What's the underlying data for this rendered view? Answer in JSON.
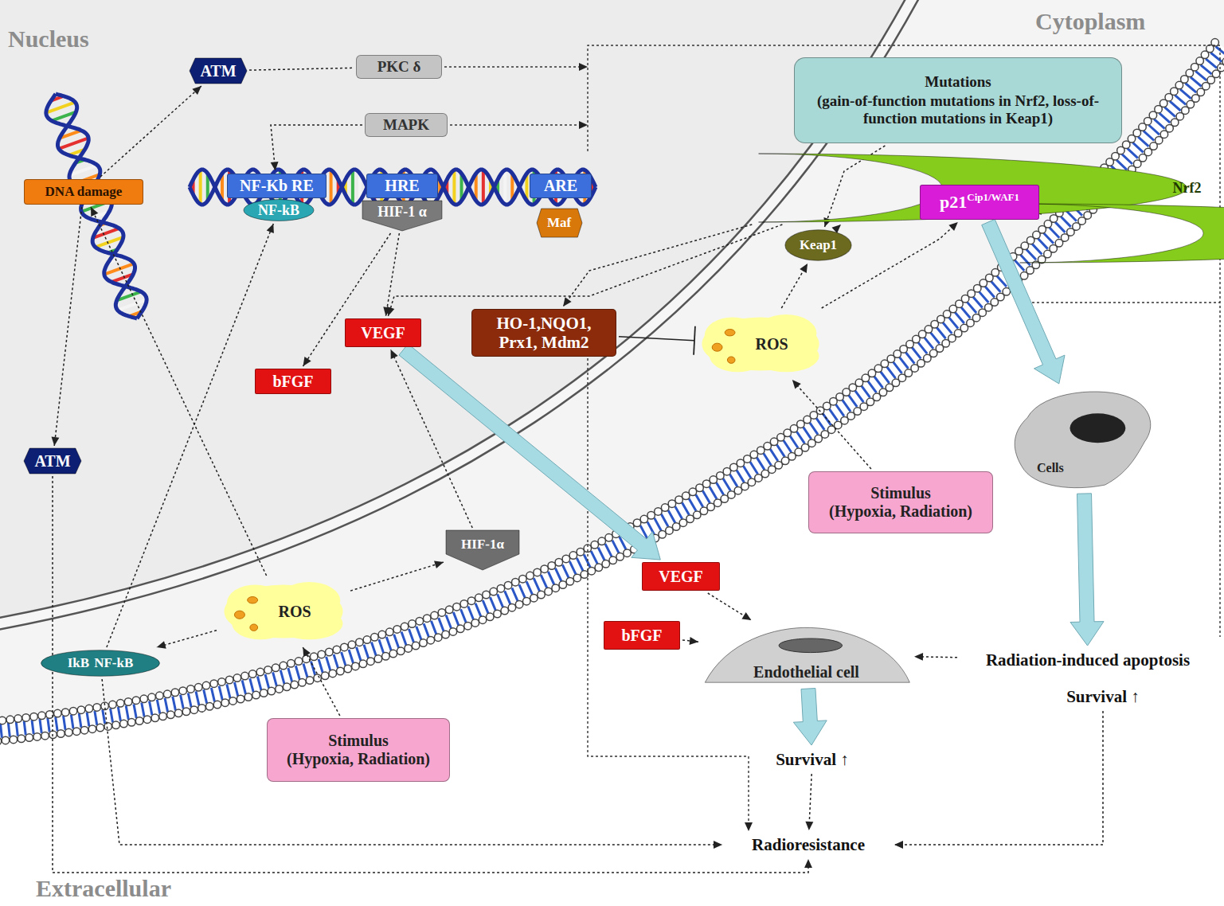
{
  "diagram": {
    "nodes": [
      {
        "text": [
          "ATM"
        ]
      },
      {
        "text": [
          "PKC δ"
        ]
      },
      {
        "text": [
          "MAPK"
        ]
      },
      {
        "text": [
          "DNA damage"
        ]
      },
      {
        "text": [
          "NF-Kb RE"
        ]
      },
      {
        "text": [
          "NF-kB"
        ]
      },
      {
        "text": [
          "HRE"
        ]
      },
      {
        "text": [
          "HIF-1 α"
        ]
      },
      {
        "text": [
          "ARE"
        ]
      },
      {
        "text": [
          "Maf"
        ]
      },
      {
        "text": [
          "Nrf2"
        ]
      },
      {
        "text": [
          "Mutations",
          "(gain-of-function mutations in Nrf2, loss-of-function mutations in Keap1)"
        ]
      },
      {
        "text": [
          "Keap1"
        ]
      },
      {
        "text": [
          "Nrf2"
        ]
      },
      {
        "text": [
          "p21",
          "Cip1/WAF1"
        ]
      },
      {
        "text": [
          "VEGF"
        ]
      },
      {
        "text": [
          "bFGF"
        ]
      },
      {
        "text": [
          "HO-1,NQO1, Prx1, Mdm2"
        ]
      },
      {
        "text": [
          "ROS"
        ]
      },
      {
        "text": [
          "Cells"
        ]
      },
      {
        "text": [
          "ATM"
        ]
      },
      {
        "text": [
          "Stimulus",
          "(Hypoxia, Radiation)"
        ]
      },
      {
        "text": [
          "HIF-1α"
        ]
      },
      {
        "text": [
          "ROS"
        ]
      },
      {
        "text": [
          "VEGF"
        ]
      },
      {
        "text": [
          "bFGF"
        ]
      },
      {
        "text": [
          "Endothelial cell"
        ]
      },
      {
        "text": [
          "IkB",
          "NF-kB"
        ]
      },
      {
        "text": [
          "Stimulus",
          "(Hypoxia, Radiation)"
        ]
      },
      {
        "text": [
          "Radiation-induced apoptosis"
        ]
      },
      {
        "text": [
          "Survival ↑"
        ]
      },
      {
        "text": [
          "Survival ↑"
        ]
      },
      {
        "text": [
          "Radioresistance"
        ]
      }
    ],
    "edges": [
      {
        "from": 3,
        "to": 0,
        "arrow": "to"
      },
      {
        "from": 0,
        "to": 1,
        "arrow": "none"
      },
      {
        "from": 2,
        "to": 4,
        "arrow": "to"
      },
      {
        "from": 3,
        "to": 20,
        "arrow": "to"
      },
      {
        "from": 20,
        "to": 32,
        "arrow": "to"
      },
      {
        "from": 27,
        "to": 32,
        "arrow": "to"
      },
      {
        "from": 27,
        "to": 5,
        "arrow": "to"
      },
      {
        "from": 23,
        "to": 3,
        "arrow": "to"
      },
      {
        "from": 23,
        "to": 27,
        "arrow": "to"
      },
      {
        "from": 23,
        "to": 22,
        "arrow": "to"
      },
      {
        "from": 28,
        "to": 23,
        "arrow": "to"
      },
      {
        "from": 22,
        "to": 15,
        "arrow": "to"
      },
      {
        "from": 7,
        "to": 15,
        "arrow": "to"
      },
      {
        "from": 7,
        "to": 16,
        "arrow": "to"
      },
      {
        "from": 10,
        "to": 15,
        "arrow": "to"
      },
      {
        "from": 10,
        "to": 17,
        "arrow": "to"
      },
      {
        "from": 17,
        "to": 18,
        "arrow": "none"
      },
      {
        "from": 12,
        "to": 10,
        "arrow": "to"
      },
      {
        "from": 11,
        "to": 12,
        "arrow": "to"
      },
      {
        "from": 18,
        "to": 12,
        "arrow": "to"
      },
      {
        "from": 18,
        "to": 14,
        "arrow": "to"
      },
      {
        "from": 14,
        "to": 13,
        "arrow": "to"
      },
      {
        "from": 21,
        "to": 18,
        "arrow": "to"
      },
      {
        "from": 14,
        "to": 19,
        "arrow": "to"
      },
      {
        "from": 19,
        "to": 29,
        "arrow": "to"
      },
      {
        "from": 29,
        "to": 26,
        "arrow": "to"
      },
      {
        "from": 24,
        "to": 26,
        "arrow": "to"
      },
      {
        "from": 25,
        "to": 26,
        "arrow": "to"
      },
      {
        "from": 26,
        "to": 31,
        "arrow": "to"
      },
      {
        "from": 31,
        "to": 32,
        "arrow": "to"
      },
      {
        "from": 30,
        "to": 32,
        "arrow": "to"
      },
      {
        "from": 15,
        "to": 24,
        "arrow": "to"
      }
    ],
    "labels": [
      "Nucleus",
      "Cytoplasm",
      "Extracellular"
    ]
  }
}
